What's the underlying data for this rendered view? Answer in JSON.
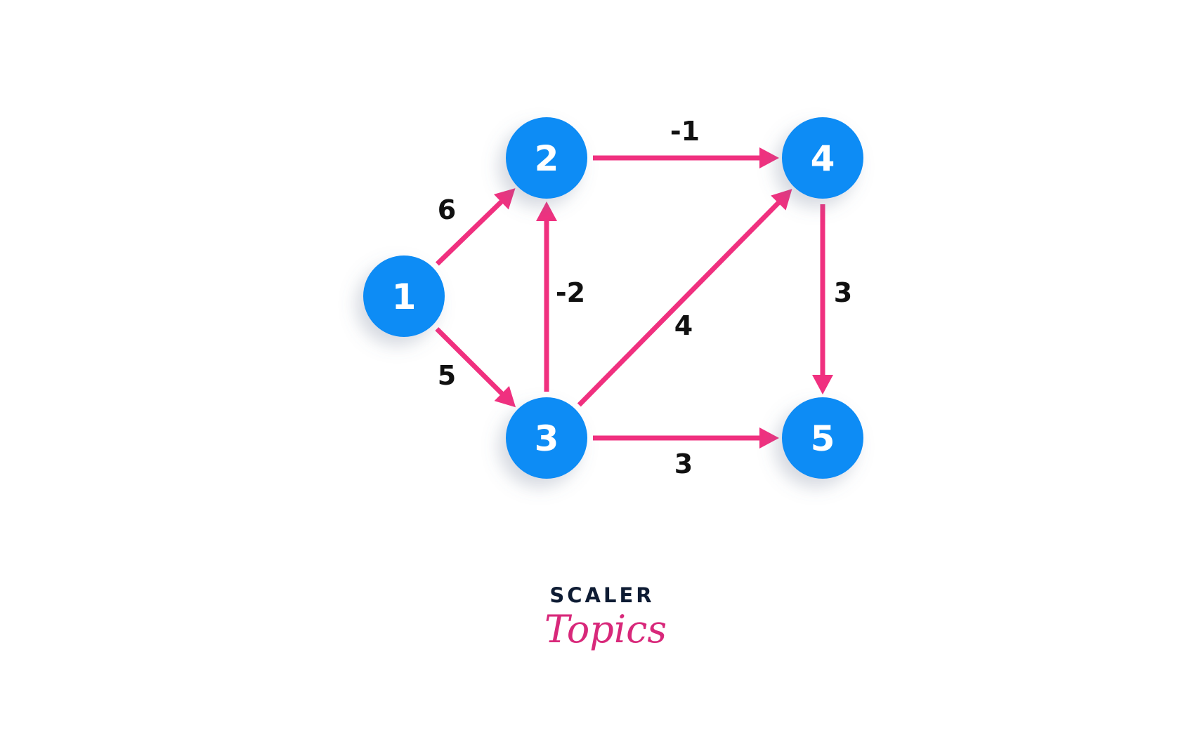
{
  "colors": {
    "node_fill": "#0a8cf5",
    "edge": "#f0307f",
    "node_text": "#ffffff",
    "edge_text": "#111111",
    "logo_dark": "#0d1b33",
    "logo_pink": "#d8287a"
  },
  "nodes": [
    {
      "id": "1",
      "label": "1"
    },
    {
      "id": "2",
      "label": "2"
    },
    {
      "id": "3",
      "label": "3"
    },
    {
      "id": "4",
      "label": "4"
    },
    {
      "id": "5",
      "label": "5"
    }
  ],
  "edges": [
    {
      "from": "1",
      "to": "2",
      "weight": "6"
    },
    {
      "from": "1",
      "to": "3",
      "weight": "5"
    },
    {
      "from": "3",
      "to": "2",
      "weight": "-2"
    },
    {
      "from": "2",
      "to": "4",
      "weight": "-1"
    },
    {
      "from": "3",
      "to": "4",
      "weight": "4"
    },
    {
      "from": "3",
      "to": "5",
      "weight": "3"
    },
    {
      "from": "4",
      "to": "5",
      "weight": "3"
    }
  ],
  "logo": {
    "top": "SCALER",
    "bottom": "Topics"
  }
}
